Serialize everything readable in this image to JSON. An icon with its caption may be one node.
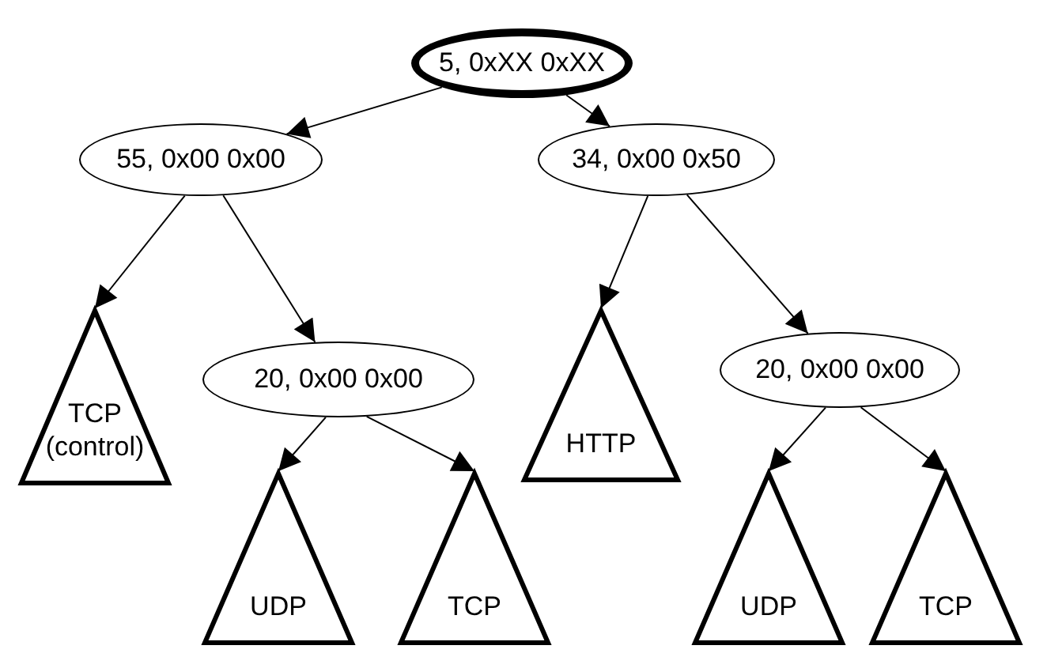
{
  "diagram": {
    "nodes": [
      {
        "text": [
          "5, 0xXX 0xXX"
        ]
      },
      {
        "text": [
          "55, 0x00 0x00"
        ]
      },
      {
        "text": [
          "34, 0x00 0x50"
        ]
      },
      {
        "text": [
          "TCP (control)"
        ]
      },
      {
        "text": [
          "20, 0x00 0x00"
        ]
      },
      {
        "text": [
          "HTTP"
        ]
      },
      {
        "text": [
          "20, 0x00 0x00"
        ]
      },
      {
        "text": [
          "UDP"
        ]
      },
      {
        "text": [
          "TCP"
        ]
      },
      {
        "text": [
          "UDP"
        ]
      },
      {
        "text": [
          "TCP"
        ]
      }
    ],
    "edges": [
      {
        "from": 0,
        "to": 1,
        "arrow": "to"
      },
      {
        "from": 0,
        "to": 2,
        "arrow": "to"
      },
      {
        "from": 1,
        "to": 3,
        "arrow": "to"
      },
      {
        "from": 1,
        "to": 4,
        "arrow": "to"
      },
      {
        "from": 2,
        "to": 5,
        "arrow": "to"
      },
      {
        "from": 2,
        "to": 6,
        "arrow": "to"
      },
      {
        "from": 4,
        "to": 7,
        "arrow": "to"
      },
      {
        "from": 4,
        "to": 8,
        "arrow": "to"
      },
      {
        "from": 6,
        "to": 9,
        "arrow": "to"
      },
      {
        "from": 6,
        "to": 10,
        "arrow": "to"
      }
    ]
  }
}
